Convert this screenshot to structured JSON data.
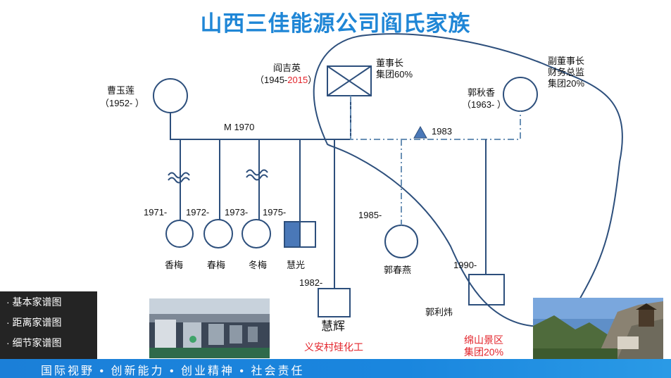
{
  "title": "山西三佳能源公司阎氏家族",
  "labels": {
    "cao_name": "曹玉莲",
    "cao_years": "（1952-  ）",
    "yan_name": "阎吉英",
    "yan_years_open": "（1945-",
    "yan_death": "2015",
    "yan_years_close": "）",
    "chairman_role": "董事长",
    "chairman_share": "集团60%",
    "vice_role": "副董事长",
    "vice_role2": "财务总监",
    "vice_share": "集团20%",
    "guo_name": "郭秋香",
    "guo_years": "（1963-  ）",
    "marriage": "M 1970",
    "year_1983": "1983",
    "year_1971": "1971-",
    "year_1972": "1972-",
    "year_1973": "1973-",
    "year_1975": "1975-",
    "year_1985": "1985-",
    "year_1982": "1982-",
    "year_1990": "1990-",
    "xiangmei": "香梅",
    "chunmei": "春梅",
    "dongmei": "冬梅",
    "huiguang": "慧光",
    "guochunyan": "郭春燕",
    "huihui": "慧辉",
    "yian_company": "义安村硅化工",
    "guoliwei": "郭利炜",
    "mianshan": "绵山景区",
    "mianshan_share": "集团20%"
  },
  "legend": [
    "· 基本家谱图",
    "· 距离家谱图",
    "· 细节家谱图"
  ],
  "footer": "国际视野 • 创新能力 • 创业精神 • 社会责任",
  "colors": {
    "title": "#1f86d6",
    "line": "#2d4f7c",
    "dash": "#6a90b5",
    "fill": "#4a78b8",
    "red": "#e3242b",
    "footer": "#1b7fd8"
  }
}
